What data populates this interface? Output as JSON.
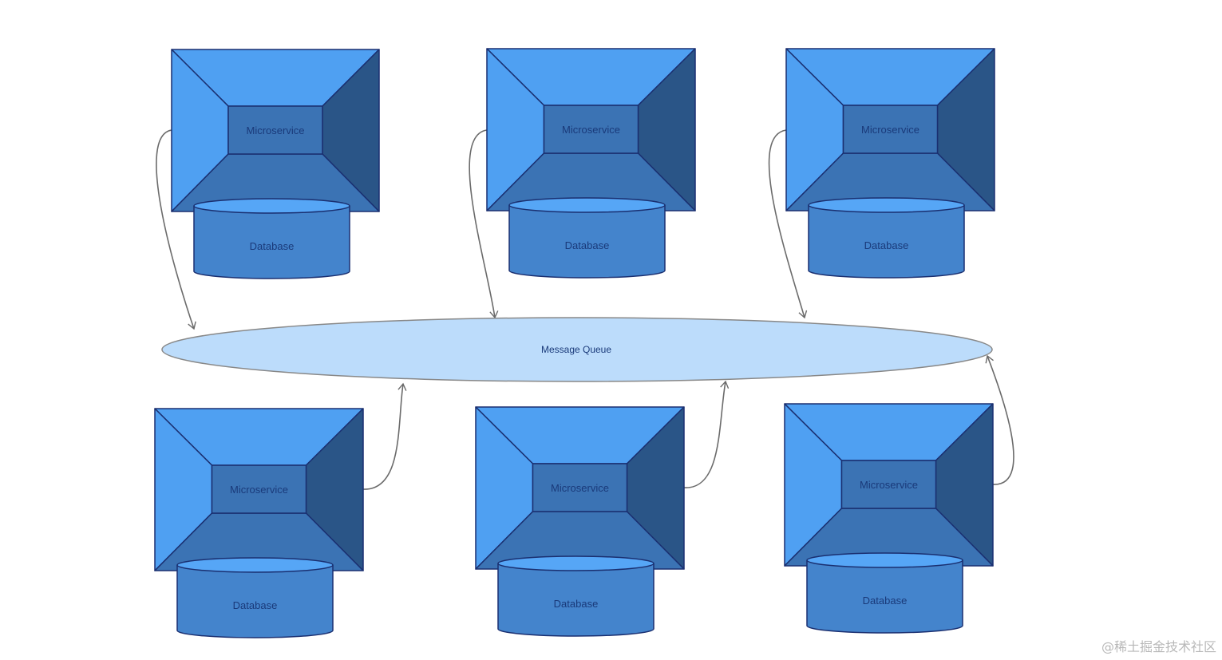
{
  "colors": {
    "frame_top": "#4fa0f2",
    "frame_left": "#4fa0f2",
    "frame_right": "#2a5587",
    "frame_bottom": "#3b73b4",
    "center": "#3b73b4",
    "stroke": "#1a2f70",
    "db_body": "#4484cc",
    "db_top": "#56a6f6",
    "queue_fill": "#bcdcfb",
    "queue_stroke": "#888888",
    "arrow": "#6b6b6b",
    "text": "#1a3a7a",
    "watermark": "#b8b8b8"
  },
  "queue": {
    "label": "Message Queue"
  },
  "services": [
    {
      "service_label": "Microservice",
      "db_label": "Database"
    },
    {
      "service_label": "Microservice",
      "db_label": "Database"
    },
    {
      "service_label": "Microservice",
      "db_label": "Database"
    },
    {
      "service_label": "Microservice",
      "db_label": "Database"
    },
    {
      "service_label": "Microservice",
      "db_label": "Database"
    },
    {
      "service_label": "Microservice",
      "db_label": "Database"
    }
  ],
  "watermark": "@稀土掘金技术社区"
}
